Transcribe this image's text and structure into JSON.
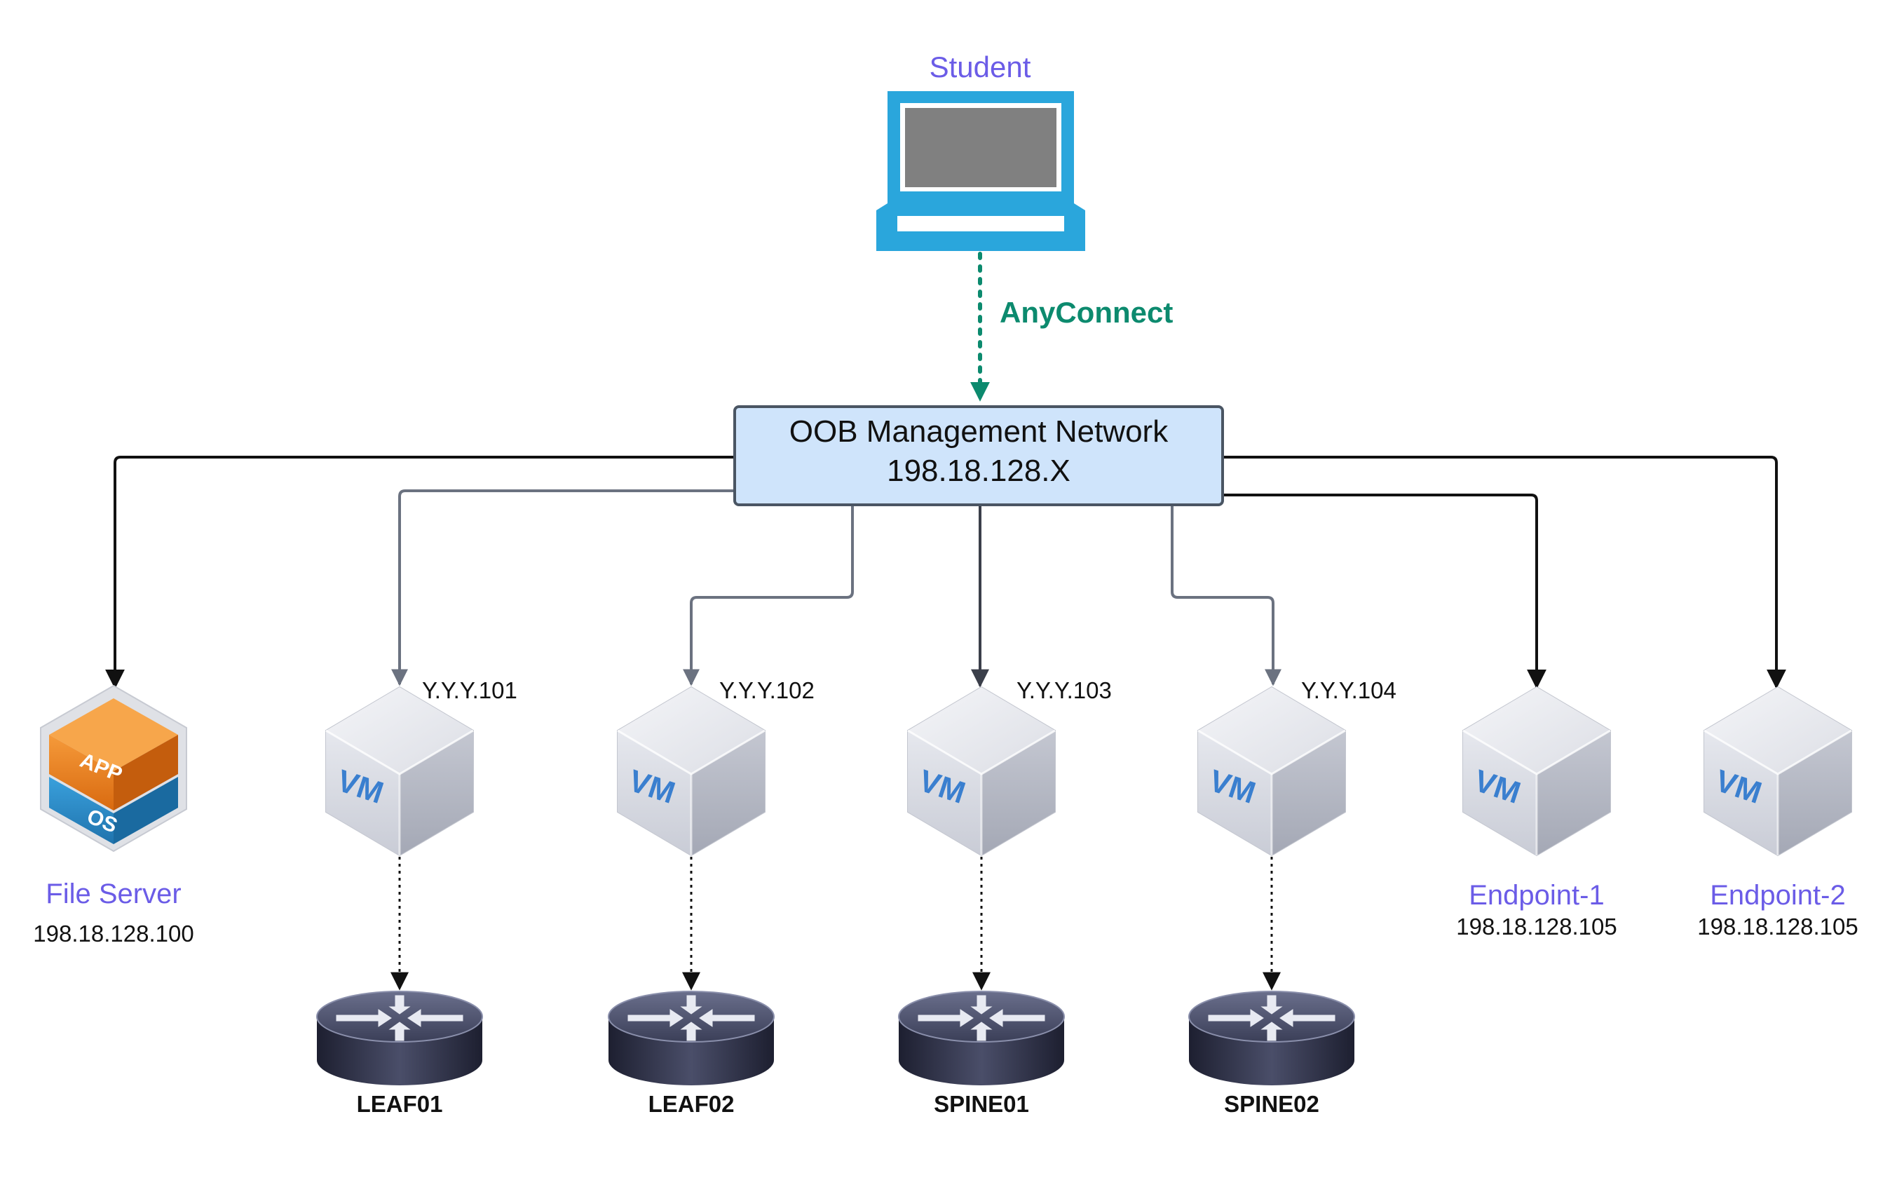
{
  "student": {
    "label": "Student"
  },
  "link": {
    "label": "AnyConnect"
  },
  "oob": {
    "title": "OOB Management Network",
    "subnet": "198.18.128.X"
  },
  "file_server": {
    "name": "File Server",
    "ip": "198.18.128.100",
    "icon": "app-os-box-icon",
    "app_text": "APP",
    "os_text": "OS"
  },
  "vm_text": "VM",
  "vms": [
    {
      "ip": "Y.Y.Y.101",
      "device": "LEAF01"
    },
    {
      "ip": "Y.Y.Y.102",
      "device": "LEAF02"
    },
    {
      "ip": "Y.Y.Y.103",
      "device": "SPINE01"
    },
    {
      "ip": "Y.Y.Y.104",
      "device": "SPINE02"
    }
  ],
  "endpoints": [
    {
      "name": "Endpoint-1",
      "ip": "198.18.128.105"
    },
    {
      "name": "Endpoint-2",
      "ip": "198.18.128.105"
    }
  ],
  "colors": {
    "label_purple": "#6b5ce7",
    "anyconnect_green": "#0c8a6e",
    "laptop_blue": "#2aa6dc",
    "box_fill": "#cfe4fb",
    "box_stroke": "#4a5563",
    "line_gray": "#6b7280",
    "line_black": "#111111",
    "vm_blue": "#3a7fcf",
    "router_dark": "#2c2f45"
  }
}
